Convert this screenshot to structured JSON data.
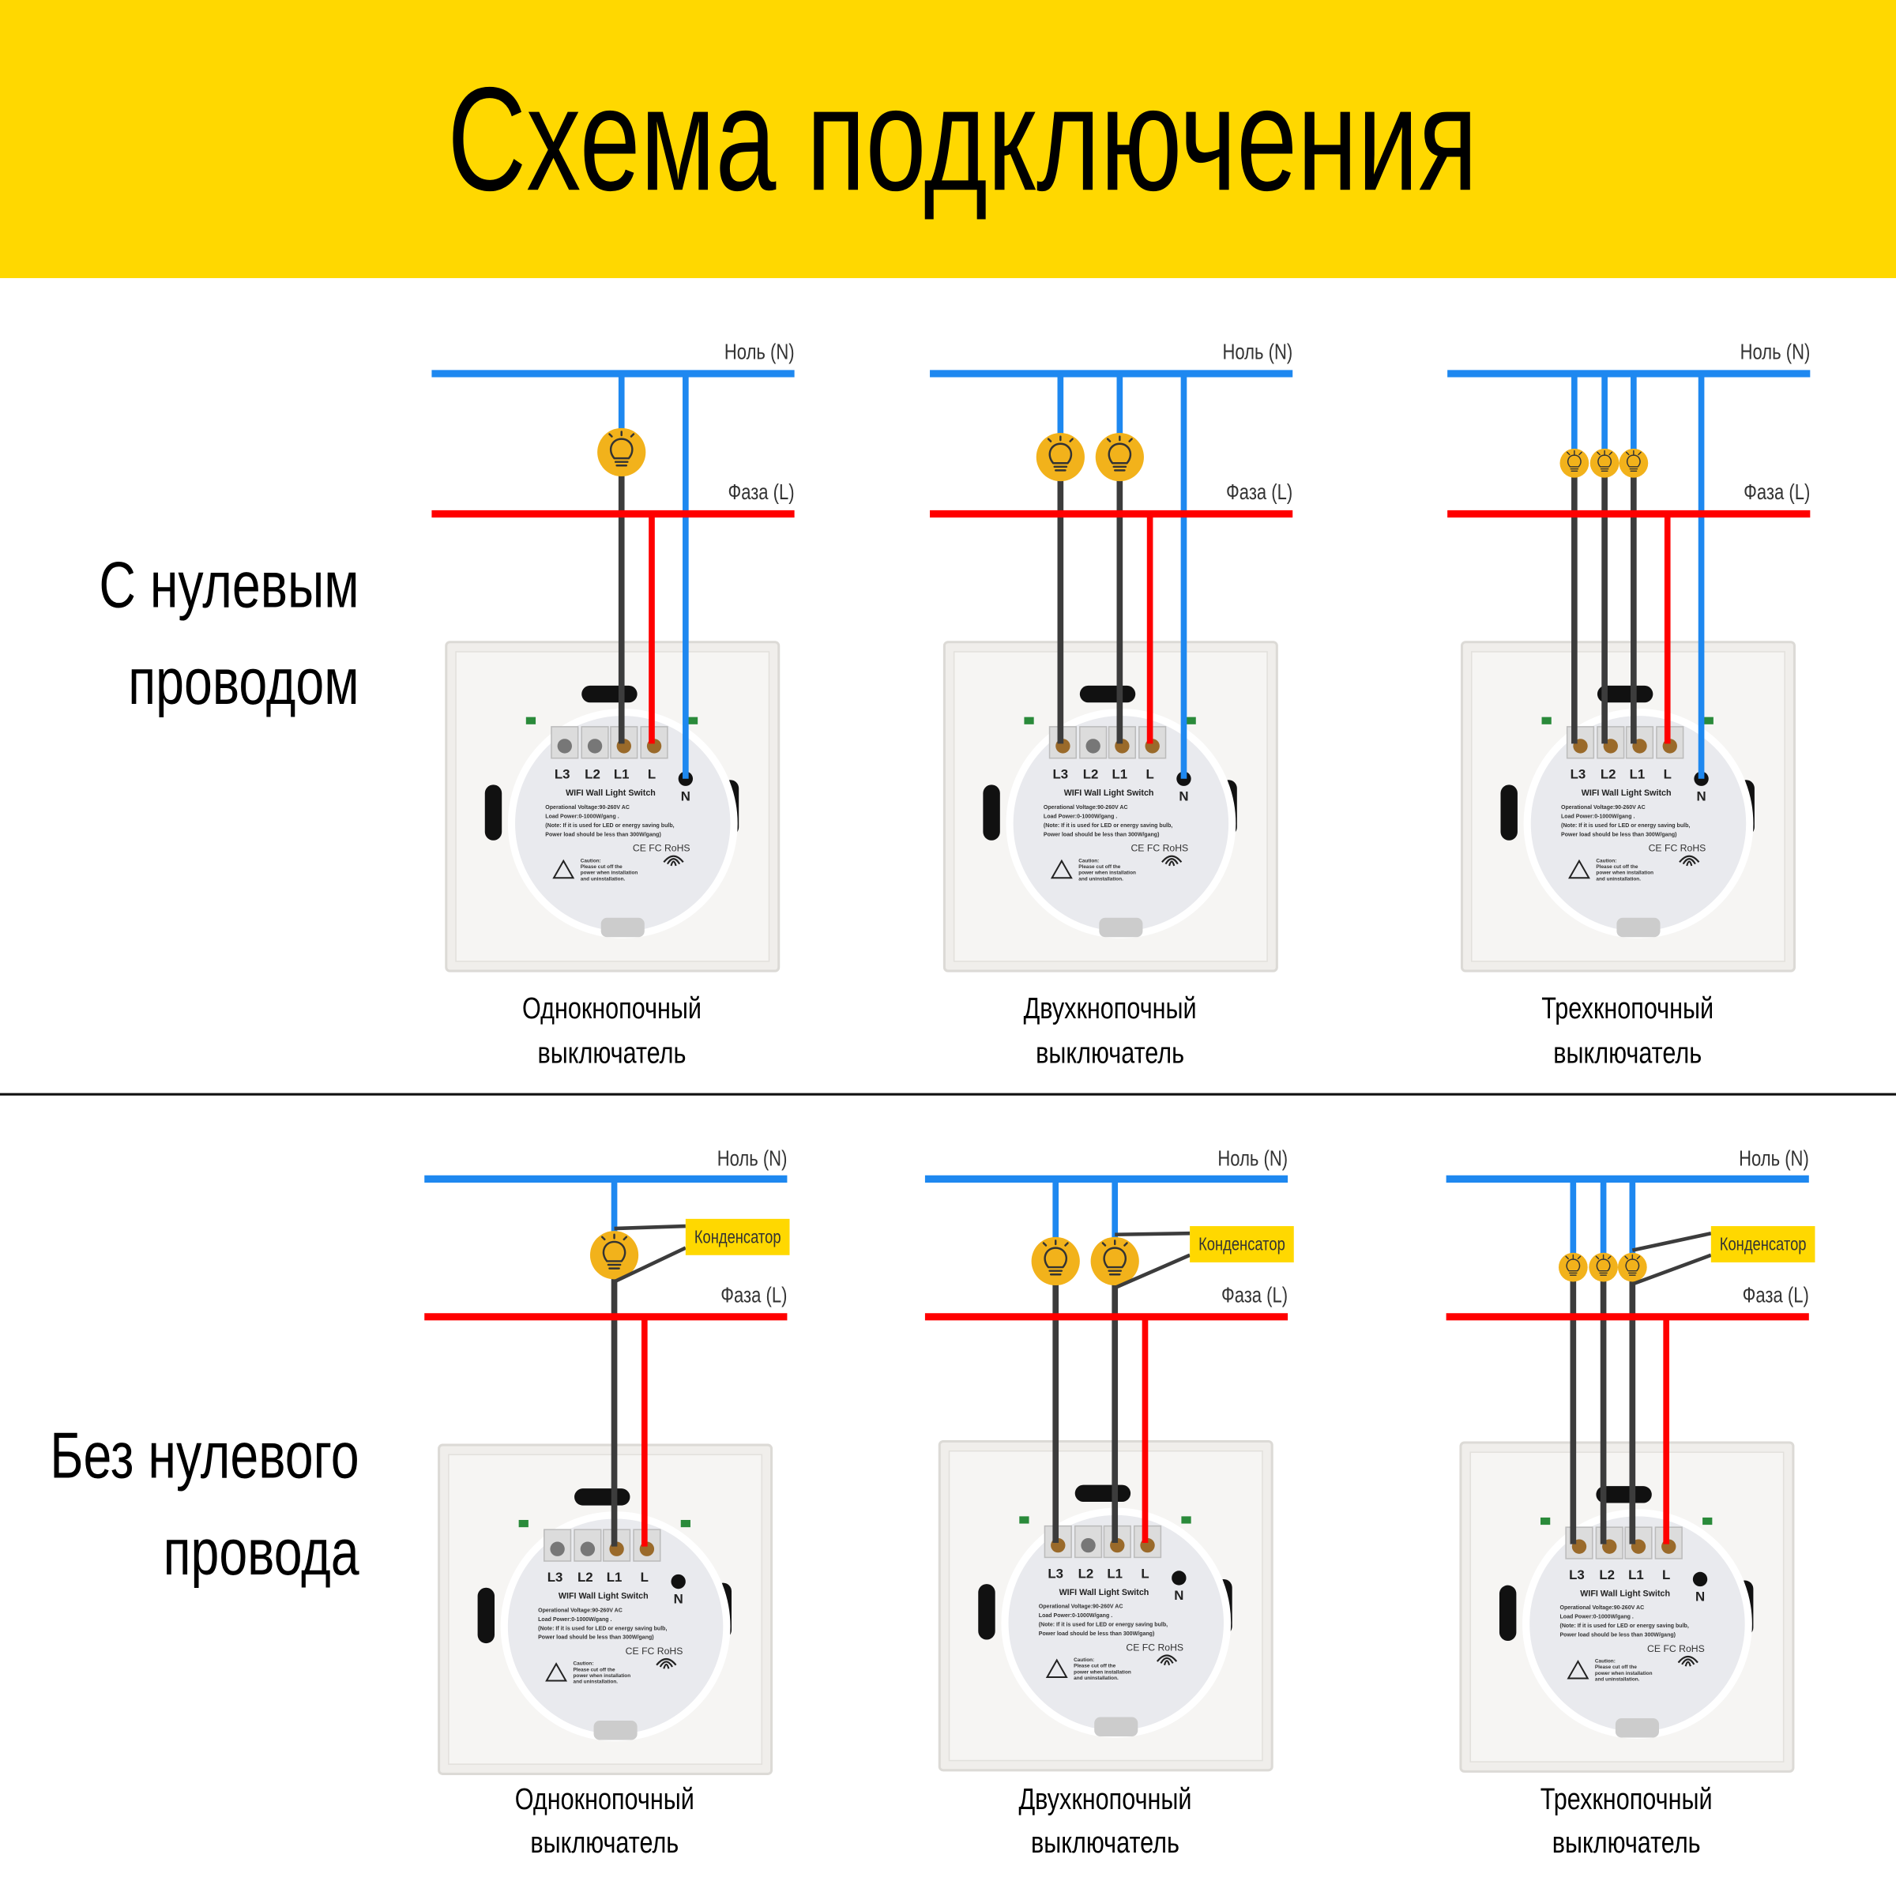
{
  "header": {
    "title": "Схема подключения"
  },
  "colors": {
    "header_bg": "#FFD800",
    "neutral": "#1E88F0",
    "phase": "#FF0000",
    "load_wire": "#3C3C3C",
    "bulb": "#F2B21B",
    "capacitor_bg": "#FFD800"
  },
  "capacitor_label": "Конденсатор",
  "switch_module": {
    "terminals": [
      "L3",
      "L2",
      "L1",
      "L"
    ],
    "neutral_terminal": "N",
    "product": "WIFI Wall Light Switch",
    "specs": [
      "Operational Voltage:90-260V AC",
      "Load Power:0-1000W/gang .",
      "(Note: If it is used for LED or energy saving bulb,",
      "Power load should be less than 300W/gang)"
    ],
    "certs": "CE FC RoHS",
    "caution": [
      "Caution:",
      "Please cut off the",
      "power when installation",
      "and uninstallation."
    ]
  },
  "sections": [
    {
      "label_lines": [
        "С нулевым",
        "проводом"
      ],
      "has_neutral_wire": true,
      "diagrams": [
        {
          "neutral_label": "Ноль (N)",
          "phase_label": "Фаза (L)",
          "caption_lines": [
            "Однокнопочный",
            "выключатель"
          ],
          "loads": [
            "L1"
          ]
        },
        {
          "neutral_label": "Ноль (N)",
          "phase_label": "Фаза (L)",
          "caption_lines": [
            "Двухкнопочный",
            "выключатель"
          ],
          "loads": [
            "L3",
            "L1"
          ]
        },
        {
          "neutral_label": "Ноль (N)",
          "phase_label": "Фаза (L)",
          "caption_lines": [
            "Трехкнопочный",
            "выключатель"
          ],
          "loads": [
            "L3",
            "L2",
            "L1"
          ]
        }
      ]
    },
    {
      "label_lines": [
        "Без нулевого",
        "провода"
      ],
      "has_neutral_wire": false,
      "diagrams": [
        {
          "neutral_label": "Ноль (N)",
          "phase_label": "Фаза (L)",
          "caption_lines": [
            "Однокнопочный",
            "выключатель"
          ],
          "loads": [
            "L1"
          ]
        },
        {
          "neutral_label": "Ноль (N)",
          "phase_label": "Фаза (L)",
          "caption_lines": [
            "Двухкнопочный",
            "выключатель"
          ],
          "loads": [
            "L3",
            "L1"
          ]
        },
        {
          "neutral_label": "Ноль (N)",
          "phase_label": "Фаза (L)",
          "caption_lines": [
            "Трехкнопочный",
            "выключатель"
          ],
          "loads": [
            "L3",
            "L2",
            "L1"
          ]
        }
      ]
    }
  ]
}
